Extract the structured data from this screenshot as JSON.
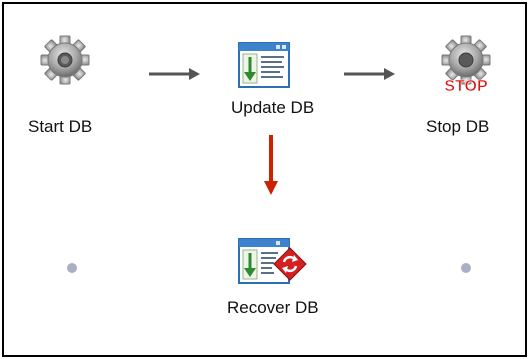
{
  "diagram": {
    "nodes": [
      {
        "id": "start",
        "label": "Start DB",
        "icon": "gear-icon"
      },
      {
        "id": "update",
        "label": "Update DB",
        "icon": "window-update-icon"
      },
      {
        "id": "stop",
        "label": "Stop DB",
        "icon": "gear-stop-icon",
        "badge": "STOP"
      },
      {
        "id": "recover",
        "label": "Recover DB",
        "icon": "window-recover-icon"
      }
    ],
    "edges": [
      {
        "from": "start",
        "to": "update",
        "color": "#555555"
      },
      {
        "from": "update",
        "to": "stop",
        "color": "#555555"
      },
      {
        "from": "update",
        "to": "recover",
        "color": "#cc2200"
      }
    ],
    "connectors": [
      "left-dot",
      "right-dot"
    ]
  }
}
